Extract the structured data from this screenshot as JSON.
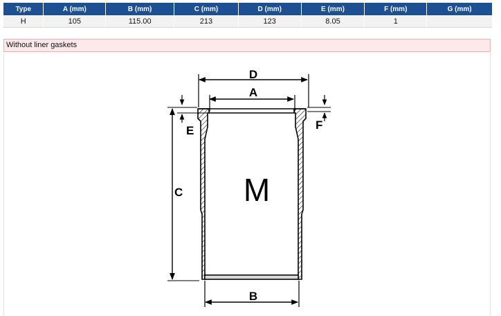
{
  "table": {
    "headers": [
      "Type",
      "A (mm)",
      "B (mm)",
      "C (mm)",
      "D (mm)",
      "E (mm)",
      "F (mm)",
      "G (mm)"
    ],
    "row": [
      "H",
      "105",
      "115.00",
      "213",
      "123",
      "8.05",
      "1",
      ""
    ]
  },
  "note": "Without liner gaskets",
  "drawing": {
    "labels": {
      "D": "D",
      "A": "A",
      "E": "E",
      "F": "F",
      "C": "C",
      "M": "M",
      "B": "B"
    }
  }
}
